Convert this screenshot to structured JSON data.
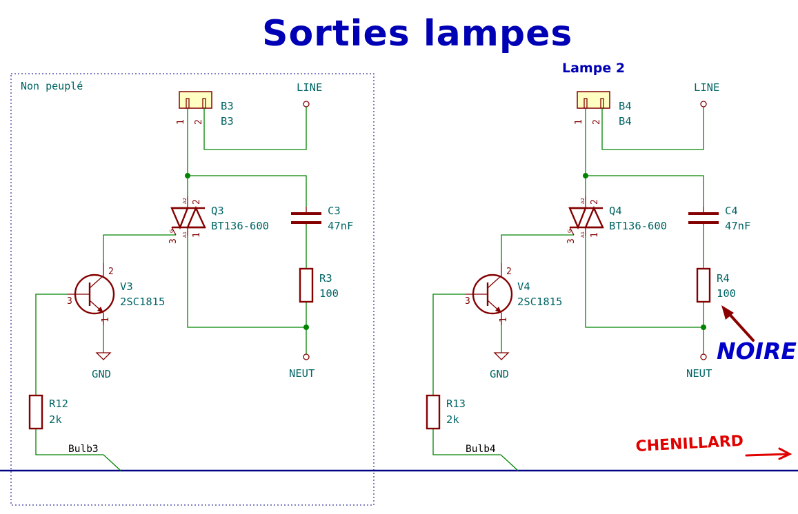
{
  "title": "Sorties lampes",
  "lampe_label": "Lampe 2",
  "group_note": "Non peuplé",
  "annotations": {
    "noire": "NOIRE",
    "chenillard": "CHENILLARD"
  },
  "left": {
    "connector": {
      "ref": "B3",
      "value": "B3"
    },
    "triac": {
      "ref": "Q3",
      "value": "BT136-600"
    },
    "capacitor": {
      "ref": "C3",
      "value": "47nF"
    },
    "resistor": {
      "ref": "R3",
      "value": "100"
    },
    "transistor": {
      "ref": "V3",
      "value": "2SC1815"
    },
    "base_resistor": {
      "ref": "R12",
      "value": "2k"
    },
    "bus_label": "Bulb3"
  },
  "right": {
    "connector": {
      "ref": "B4",
      "value": "B4"
    },
    "triac": {
      "ref": "Q4",
      "value": "BT136-600"
    },
    "capacitor": {
      "ref": "C4",
      "value": "47nF"
    },
    "resistor": {
      "ref": "R4",
      "value": "100"
    },
    "transistor": {
      "ref": "V4",
      "value": "2SC1815"
    },
    "base_resistor": {
      "ref": "R13",
      "value": "2k"
    },
    "bus_label": "Bulb4"
  },
  "nets": {
    "line": "LINE",
    "neut": "NEUT",
    "gnd": "GND"
  },
  "pins": {
    "one": "1",
    "two": "2",
    "three": "3",
    "g": "G",
    "a1": "A1",
    "a2": "A2"
  },
  "colors": {
    "wire": "#008400",
    "device": "#840000",
    "text": "#006464",
    "title": "#0000b4",
    "bus": "#000084",
    "note_red": "#e00000"
  }
}
